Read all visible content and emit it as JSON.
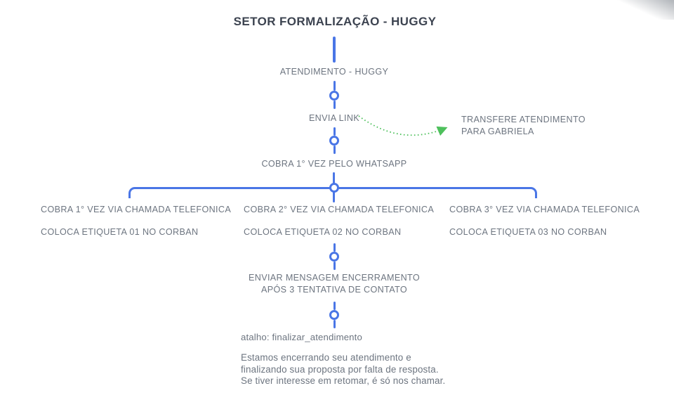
{
  "colors": {
    "accent_blue": "#4a76e6",
    "accent_green": "#4ec05c",
    "title_text": "#3c4350",
    "body_text": "#6d7580"
  },
  "diagram": {
    "title": "SETOR FORMALIZAÇÃO - HUGGY",
    "nodes": {
      "atendimento": "ATENDIMENTO - HUGGY",
      "envia_link": "ENVIA LINK",
      "cobra_whatsapp": "COBRA 1° VEZ PELO WHATSAPP",
      "enviar_mensagem_l1": "ENVIAR MENSAGEM ENCERRAMENTO",
      "enviar_mensagem_l2": "APÓS 3 TENTATIVA DE CONTATO",
      "atalho": "atalho: finalizar_atendimento"
    },
    "transfer": {
      "line1": "TRANSFERE ATENDIMENTO",
      "line2": "PARA GABRIELA"
    },
    "branches": [
      {
        "action": "COBRA 1° VEZ VIA CHAMADA TELEFONICA",
        "tag": "COLOCA ETIQUETA 01 NO CORBAN"
      },
      {
        "action": "COBRA 2° VEZ VIA CHAMADA TELEFONICA",
        "tag": "COLOCA ETIQUETA 02 NO CORBAN"
      },
      {
        "action": "COBRA 3° VEZ VIA CHAMADA TELEFONICA",
        "tag": "COLOCA ETIQUETA 03 NO CORBAN"
      }
    ],
    "closing_message": {
      "line1": "Estamos encerrando seu atendimento e",
      "line2": "finalizando sua proposta por falta de resposta.",
      "line3": "Se tiver interesse em retomar, é só nos chamar."
    }
  }
}
